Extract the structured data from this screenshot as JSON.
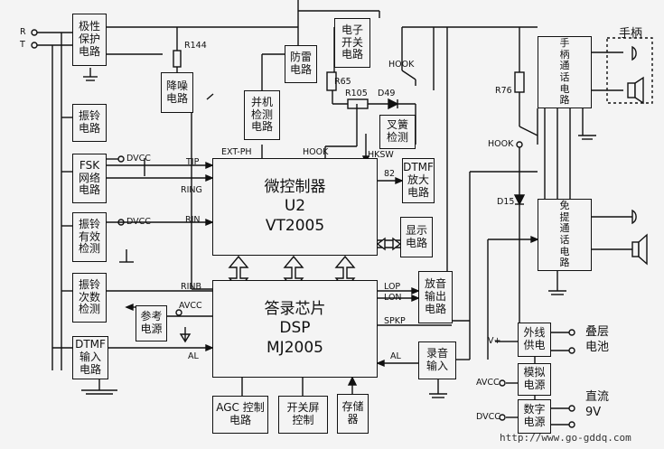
{
  "blocks": {
    "polarity": "极性\n保护\n电路",
    "ring": "振铃\n电路",
    "fsk": "FSK\n网络\n电路",
    "ring_valid": "振铃\n有效\n检测",
    "ring_count": "振铃\n次数\n检测",
    "reference": "参考\n电源",
    "dtmf_in": "DTMF\n输入\n电路",
    "noise": "降噪\n电路",
    "parallel": "并机\n检测\n电路",
    "lightning": "防雷\n电路",
    "esw": "电子\n开关\n电路",
    "fork": "叉簧\n检测",
    "dtmf_amp": "DTMF\n放大\n电路",
    "display": "显示\n电路",
    "playback": "放音\n输出\n电路",
    "record": "录音\n输入",
    "handset_call": "手\n柄\n通\n话\n电\n路",
    "handsfree": "免\n提\n通\n话\n电\n路",
    "ext_supply": "外线\n供电",
    "analog_ps": "模拟\n电源",
    "digital_ps": "数字\n电源",
    "agc": "AGC 控制\n电路",
    "switch_ctrl": "开关屏\n控制",
    "storage": "存储\n器",
    "mcu": "微控制器\nU2\nVT2005",
    "dsp": "答录芯片\nDSP\nMJ2005"
  },
  "labels": {
    "r": "R",
    "t": "T",
    "r144": "R144",
    "r65": "R65",
    "r105": "R105",
    "d49": "D49",
    "hook_top": "HOOK",
    "hook_mid": "HOOK",
    "hook_right": "HOOK",
    "ext_ph": "EXT-PH",
    "hksw": "HKSW",
    "n82": "82",
    "dvcc1": "DVCC",
    "dvcc2": "DVCC",
    "tip": "TIP",
    "ring_sig": "RING",
    "rin": "RIN",
    "rinb": "RINB",
    "avcc": "AVCC",
    "al_left": "AL",
    "al_right": "AL",
    "lop": "LOP",
    "lon": "LON",
    "spkp": "SPKP",
    "r76": "R76",
    "d15": "D15",
    "vplus": "V+",
    "avcc_r": "AVCC",
    "dvcc_r": "DVCC",
    "handset": "手柄",
    "battery": "叠层\n电池",
    "dc9v": "直流\n9V",
    "url": "http://www.go-gddq.com"
  }
}
